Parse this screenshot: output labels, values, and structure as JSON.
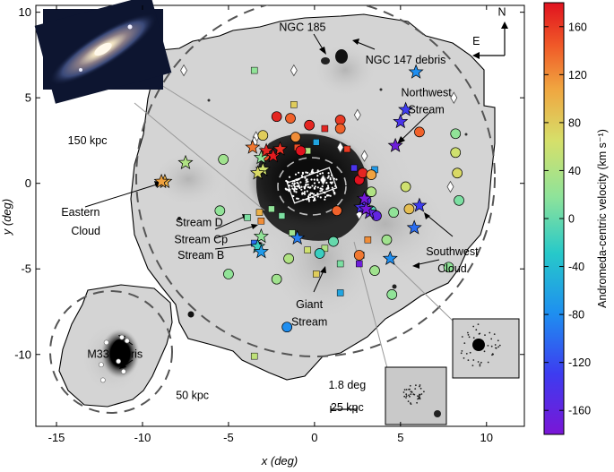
{
  "chart_data": {
    "type": "scatter",
    "title": "",
    "xlabel": "x (deg)",
    "ylabel": "y (deg)",
    "xlim": [
      -16.2,
      12.2
    ],
    "ylim": [
      -14.2,
      10.4
    ],
    "x_ticks": [
      -15,
      -10,
      -5,
      0,
      5,
      10
    ],
    "y_ticks": [
      10,
      5,
      0,
      -5,
      -10
    ],
    "colorbar": {
      "label": "Andromeda-centric velocity (km s⁻¹)",
      "range": [
        -180,
        180
      ],
      "ticks": [
        160,
        120,
        80,
        40,
        0,
        -40,
        -80,
        -120,
        -160
      ]
    },
    "annotations": [
      {
        "text": "NGC 185",
        "x": -0.7,
        "y": 8.9
      },
      {
        "text": "NGC 147 debris",
        "x": 5.3,
        "y": 7.0
      },
      {
        "text": "Northwest",
        "x": 6.5,
        "y": 5.1
      },
      {
        "text": "Stream",
        "x": 6.5,
        "y": 4.1
      },
      {
        "text": "150 kpc",
        "x": -13.2,
        "y": 2.3
      },
      {
        "text": "Eastern",
        "x": -13.6,
        "y": -1.9
      },
      {
        "text": "Cloud",
        "x": -13.3,
        "y": -3.0
      },
      {
        "text": "Stream D",
        "x": -6.7,
        "y": -2.5
      },
      {
        "text": "Stream Cp",
        "x": -6.6,
        "y": -3.5
      },
      {
        "text": "Stream B",
        "x": -6.6,
        "y": -4.4
      },
      {
        "text": "Southwest",
        "x": 8.0,
        "y": -4.2
      },
      {
        "text": "Cloud",
        "x": 8.0,
        "y": -5.2
      },
      {
        "text": "Giant",
        "x": -0.3,
        "y": -7.3
      },
      {
        "text": "Stream",
        "x": -0.3,
        "y": -8.3
      },
      {
        "text": "M33 debris",
        "x": -11.6,
        "y": -10.2
      },
      {
        "text": "50 kpc",
        "x": -7.1,
        "y": -12.6
      },
      {
        "text": "1.8 deg",
        "x": 1.9,
        "y": -12.0
      },
      {
        "text": "25 kpc",
        "x": 1.9,
        "y": -13.3
      },
      {
        "text": "N",
        "x": 10.9,
        "y": 9.8
      },
      {
        "text": "E",
        "x": 9.4,
        "y": 8.1
      }
    ],
    "series": [
      {
        "marker": "star",
        "points": [
          [
            -3.6,
            2.1,
            130
          ],
          [
            -3.1,
            1.5,
            20
          ],
          [
            -3.0,
            0.8,
            60
          ],
          [
            -3.3,
            0.6,
            70
          ],
          [
            -2.8,
            1.9,
            170
          ],
          [
            -2.4,
            1.6,
            175
          ],
          [
            -2.0,
            2.0,
            165
          ],
          [
            -7.5,
            1.2,
            40
          ],
          [
            -8.7,
            0.1,
            100
          ],
          [
            -8.9,
            0.1,
            110
          ],
          [
            -3.1,
            -3.1,
            20
          ],
          [
            -3.3,
            -3.7,
            -20
          ],
          [
            -3.1,
            -4.0,
            -70
          ],
          [
            -1.0,
            -3.2,
            -90
          ],
          [
            5.3,
            4.3,
            -130
          ],
          [
            5.0,
            3.6,
            -140
          ],
          [
            4.7,
            2.2,
            -170
          ],
          [
            5.9,
            6.5,
            -80
          ],
          [
            6.1,
            -1.3,
            -130
          ],
          [
            5.8,
            -2.6,
            -100
          ],
          [
            4.4,
            -4.4,
            -80
          ],
          [
            3.2,
            -1.7,
            -160
          ],
          [
            2.7,
            -1.4,
            -140
          ],
          [
            3.0,
            -1.5,
            -175
          ],
          [
            2.9,
            -0.9,
            -175
          ]
        ]
      },
      {
        "marker": "circle",
        "points": [
          [
            -2.2,
            3.9,
            170
          ],
          [
            -0.3,
            3.4,
            170
          ],
          [
            -1.4,
            3.8,
            140
          ],
          [
            -1.1,
            2.7,
            120
          ],
          [
            -3.0,
            2.8,
            80
          ],
          [
            -2.9,
            1.6,
            150
          ],
          [
            1.5,
            3.7,
            160
          ],
          [
            1.5,
            3.2,
            140
          ],
          [
            -0.8,
            1.9,
            180
          ],
          [
            -5.3,
            1.4,
            30
          ],
          [
            -5.5,
            -1.6,
            20
          ],
          [
            -5.0,
            -5.3,
            20
          ],
          [
            2.6,
            0.2,
            180
          ],
          [
            2.8,
            0.6,
            170
          ],
          [
            3.3,
            0.5,
            110
          ],
          [
            3.3,
            -0.5,
            40
          ],
          [
            3.3,
            -1.6,
            -10
          ],
          [
            3.6,
            -1.9,
            -160
          ],
          [
            3.0,
            -1.0,
            -150
          ],
          [
            4.6,
            -1.7,
            20
          ],
          [
            4.2,
            -3.3,
            30
          ],
          [
            3.5,
            -5.1,
            30
          ],
          [
            2.6,
            -4.2,
            130
          ],
          [
            0.3,
            -4.1,
            -20
          ],
          [
            1.1,
            -3.4,
            0
          ],
          [
            -1.5,
            -4.4,
            40
          ],
          [
            -1.6,
            -8.4,
            -80
          ],
          [
            6.1,
            3.0,
            140
          ],
          [
            8.2,
            1.8,
            60
          ],
          [
            8.2,
            2.9,
            20
          ],
          [
            8.3,
            0.6,
            70
          ],
          [
            5.3,
            -0.2,
            60
          ],
          [
            5.5,
            -1.5,
            90
          ],
          [
            8.4,
            -1.0,
            10
          ],
          [
            7.8,
            -4.9,
            20
          ],
          [
            4.5,
            -6.5,
            20
          ],
          [
            -2.2,
            -5.6,
            30
          ],
          [
            1.3,
            -1.6,
            140
          ]
        ]
      },
      {
        "marker": "square",
        "points": [
          [
            -3.5,
            6.6,
            20
          ],
          [
            0.1,
            2.4,
            -60
          ],
          [
            -1.0,
            2.1,
            150
          ],
          [
            -0.4,
            1.9,
            40
          ],
          [
            0.6,
            3.2,
            170
          ],
          [
            2.3,
            0.9,
            -140
          ],
          [
            1.9,
            2.0,
            160
          ],
          [
            3.5,
            0.8,
            -70
          ],
          [
            -3.2,
            -1.7,
            100
          ],
          [
            -3.1,
            -2.2,
            120
          ],
          [
            -3.5,
            -3.5,
            -100
          ],
          [
            -2.5,
            -1.5,
            20
          ],
          [
            -1.9,
            -1.9,
            10
          ],
          [
            -3.9,
            -2.0,
            10
          ],
          [
            -1.3,
            -2.9,
            30
          ],
          [
            -0.4,
            -3.9,
            60
          ],
          [
            0.6,
            -3.8,
            40
          ],
          [
            1.5,
            -4.7,
            10
          ],
          [
            2.6,
            -4.7,
            -170
          ],
          [
            2.7,
            -4.2,
            90
          ],
          [
            3.1,
            -3.3,
            120
          ],
          [
            0.1,
            -5.3,
            80
          ],
          [
            2.8,
            -1.5,
            -170
          ],
          [
            -3.5,
            -10.1,
            50
          ],
          [
            1.5,
            -6.4,
            -60
          ],
          [
            -1.2,
            4.6,
            80
          ]
        ]
      }
    ],
    "open_diamonds": [
      [
        -7.6,
        6.6
      ],
      [
        -1.2,
        6.6
      ],
      [
        2.5,
        4.0
      ],
      [
        1.5,
        2.1
      ],
      [
        -3.4,
        2.7
      ],
      [
        2.9,
        1.6
      ],
      [
        7.9,
        -0.2
      ],
      [
        8.1,
        5.0
      ],
      [
        2.6,
        -1.8
      ],
      [
        -3.5,
        2.4
      ],
      [
        0.5,
        0.2
      ]
    ],
    "m33_markers": [
      [
        -11.2,
        -9.0
      ],
      [
        -10.9,
        -9.2
      ],
      [
        -11.4,
        -10.4
      ],
      [
        -12.4,
        -10.6
      ],
      [
        -11.1,
        -11.0
      ],
      [
        -12.3,
        -11.5
      ],
      [
        -12.1,
        -9.3
      ]
    ]
  }
}
